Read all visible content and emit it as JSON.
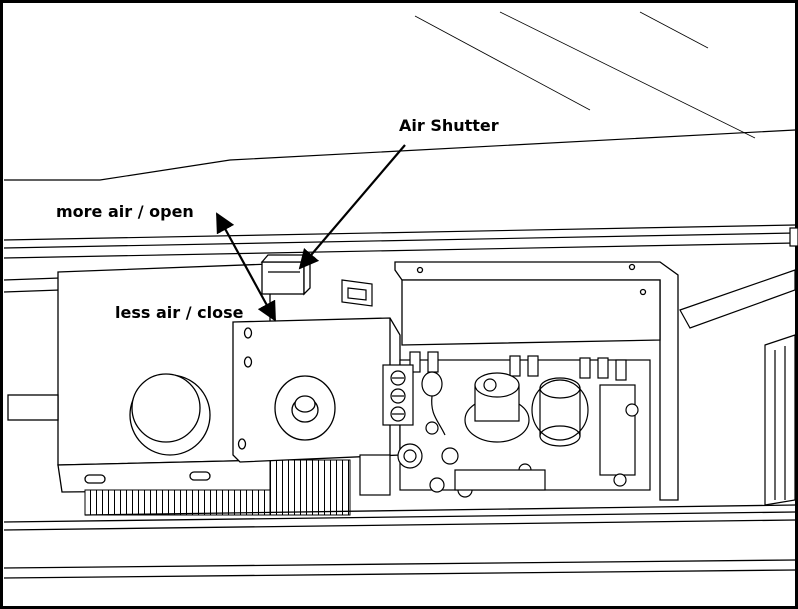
{
  "labels": {
    "air_shutter": "Air Shutter",
    "more_air": "more air / open",
    "less_air": "less air / close"
  },
  "colors": {
    "line": "#000000",
    "background": "#ffffff",
    "shade": "#d9d9d9"
  }
}
